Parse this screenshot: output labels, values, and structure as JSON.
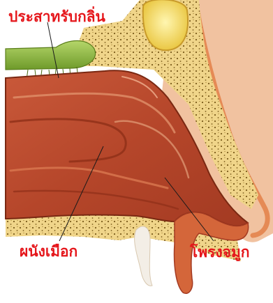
{
  "labels": {
    "olfactory_nerve": "ประสาทรับกลิ่น",
    "mucous_membrane": "ผนังเมือก",
    "nasal_cavity": "โพรงจมูก"
  },
  "colors": {
    "label_red": "#e5161b",
    "leader_line": "#1a1a1a",
    "bone_yellow": "#f0d58a",
    "bone_dots": "#7a5a1a",
    "mucosa_dark": "#9c3a1f",
    "mucosa_mid": "#c2552f",
    "mucosa_light": "#d97850",
    "nerve_green": "#8cb83a",
    "skin_pink": "#f1c2a0",
    "outer_orange": "#e58a55"
  }
}
